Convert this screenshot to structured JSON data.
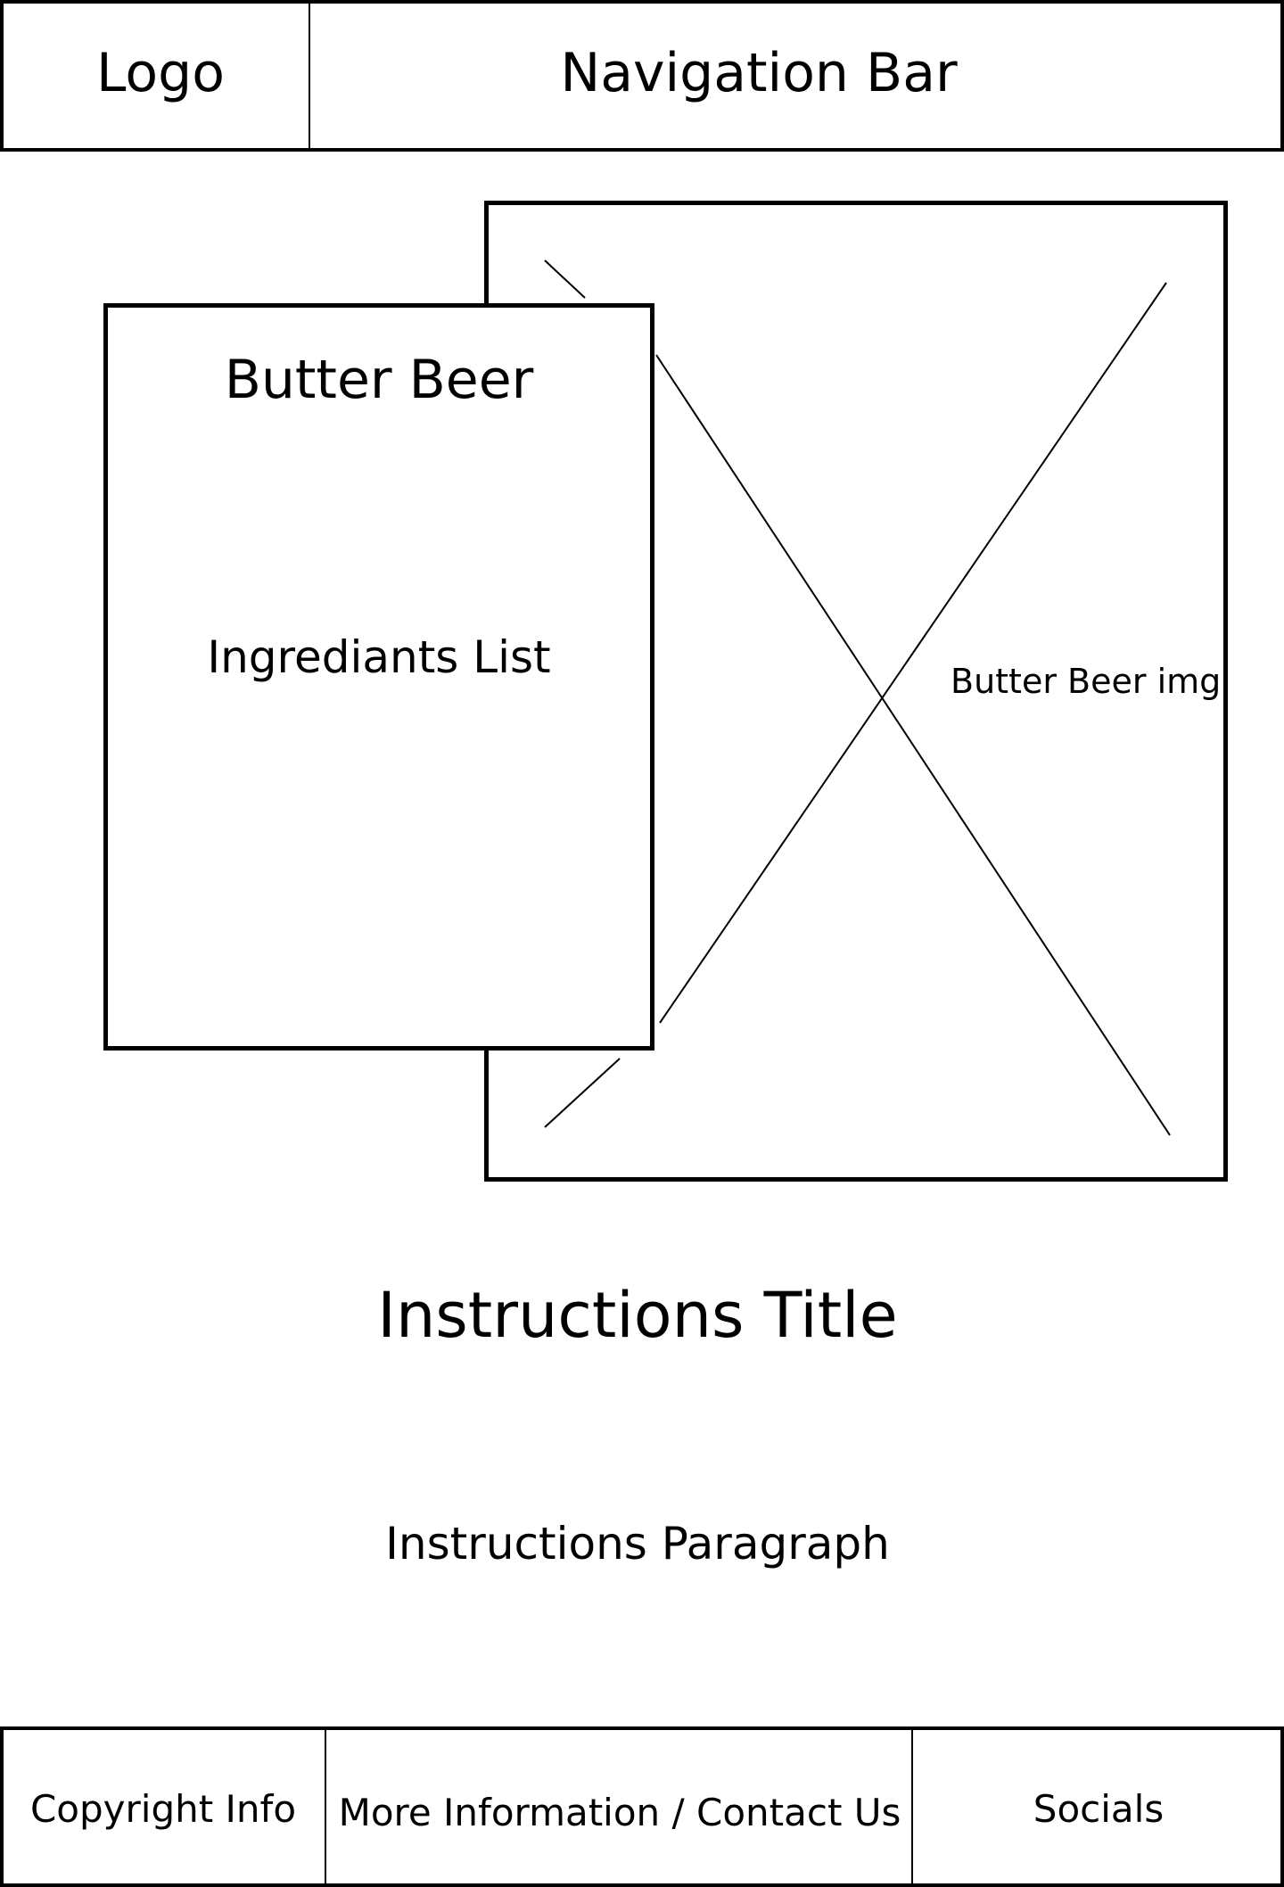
{
  "header": {
    "logo_label": "Logo",
    "nav_label": "Navigation Bar"
  },
  "recipe_card": {
    "title": "Butter Beer",
    "ingredients_label": "Ingrediants List"
  },
  "image_placeholder": {
    "label": "Butter Beer img"
  },
  "instructions": {
    "title": "Instructions Title",
    "paragraph": "Instructions Paragraph"
  },
  "footer": {
    "copyright_label": "Copyright Info",
    "more_info_label": "More Information / Contact Us",
    "socials_label": "Socials"
  },
  "colors": {
    "stroke": "#000000",
    "background": "#ffffff"
  }
}
